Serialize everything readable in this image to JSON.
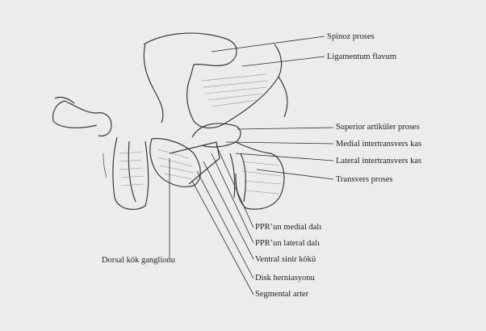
{
  "figure": {
    "labels": {
      "spinoz_proses": "Spinoz proses",
      "ligamentum_flavum": "Ligamentum flavum",
      "superior_artikuler_proses": "Superior artiküler proses",
      "medial_intertransvers_kas": "Medial intertransvers kas",
      "lateral_intertransvers_kas": "Lateral intertransvers kas",
      "transvers_proses": "Transvers proses",
      "ppr_medial_dali": "PPR’un medial dalı",
      "ppr_lateral_dali": "PPR’un lateral dalı",
      "ventral_sinir_koku": "Ventral sinir kökü",
      "disk_herniasyonu": "Disk herniasyonu",
      "segmental_arter": "Segmental arter",
      "dorsal_kok_ganglionu": "Dorsal kök ganglionu"
    }
  }
}
